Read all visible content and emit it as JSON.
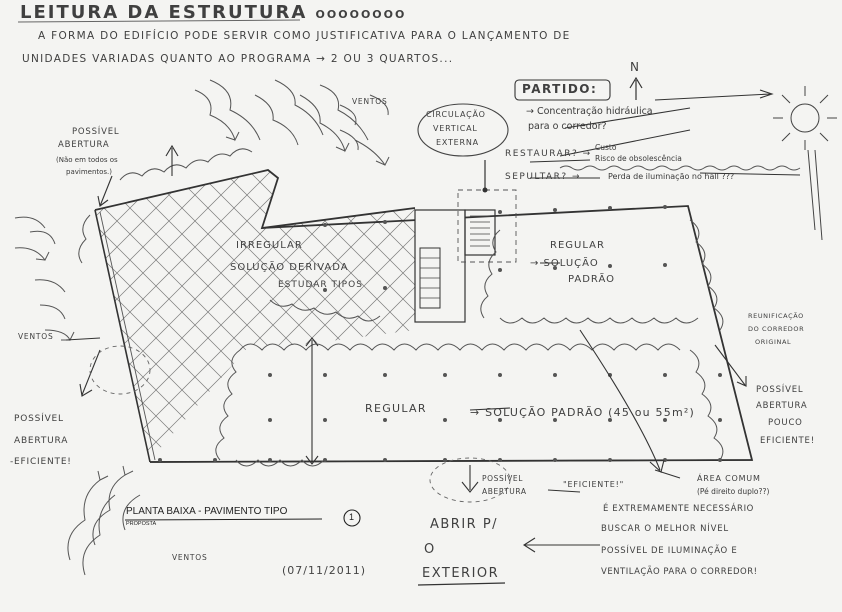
{
  "title": "LEITURA DA ESTRUTURA",
  "title_dots": "oooooooo",
  "intro": {
    "line1": "A FORMA DO EDIFÍCIO PODE SERVIR COMO JUSTIFICATIVA PARA O LANÇAMENTO DE",
    "line2": "UNIDADES VARIADAS QUANTO AO PROGRAMA → 2 ou 3 QUARTOS..."
  },
  "north_symbol": "N",
  "partido": {
    "heading": "PARTIDO:",
    "item1": "Concentração hidráulica",
    "item1b": "para o corredor?",
    "restaurar": "RESTAURAR?",
    "restaurar_note1": "Custo",
    "restaurar_note2": "Risco de obsolescência",
    "sepultar": "SEPULTAR?",
    "sepultar_note": "Perda de iluminação no hall ???"
  },
  "circulation": {
    "line1": "CIRCULAÇÃO",
    "line2": "VERTICAL",
    "line3": "EXTERNA"
  },
  "winds": {
    "top": "VENTOS",
    "left": "VENTOS",
    "bottom": "VENTOS"
  },
  "left_opening": {
    "line1": "POSSÍVEL",
    "line2": "ABERTURA",
    "note1": "(Não em todos os",
    "note2": "pavimentos.)"
  },
  "bottom_left_opening": {
    "line1": "POSSÍVEL",
    "line2": "ABERTURA",
    "line3": "-EFICIENTE!"
  },
  "zones": {
    "irregular1": "IRREGULAR",
    "irregular2": "SOLUÇÃO DERIVADA",
    "irregular3": "ESTUDAR TIPOS",
    "regular_top1": "REGULAR",
    "regular_top2": "→ SOLUÇÃO",
    "regular_top3": "PADRÃO",
    "regular_main": "REGULAR",
    "regular_main_solution": "→ SOLUÇÃO PADRÃO (45 ou 55m²)"
  },
  "reunification": {
    "line1": "REUNIFICAÇÃO",
    "line2": "DO CORREDOR",
    "line3": "ORIGINAL"
  },
  "right_opening": {
    "line1": "POSSÍVEL",
    "line2": "ABERTURA",
    "line3": "POUCO",
    "line4": "EFICIENTE!"
  },
  "bottom_opening": {
    "line1": "POSSÍVEL",
    "line2": "ABERTURA",
    "line3": "EFICIENTE!"
  },
  "common_area": {
    "line1": "ÁREA COMUM",
    "line2": "(Pé direito duplo??)"
  },
  "necessity": {
    "line1": "É EXTREMAMENTE NECESSÁRIO",
    "line2": "BUSCAR O MELHOR NÍVEL",
    "line3": "POSSÍVEL DE ILUMINAÇÃO E",
    "line4": "VENTILAÇÃO PARA O CORREDOR!"
  },
  "open_exterior": {
    "line1": "ABRIR P/",
    "line2": "O",
    "line3": "EXTERIOR"
  },
  "plan_caption": {
    "title": "PLANTA BAIXA - PAVIMENTO TIPO",
    "subtitle": "PROPOSTA",
    "number": "1"
  },
  "date": "(07/11/2011)",
  "colors": {
    "paper": "#f4f4f2",
    "pencil": "#3a3a3a",
    "light_pencil": "#6a6a6a"
  }
}
